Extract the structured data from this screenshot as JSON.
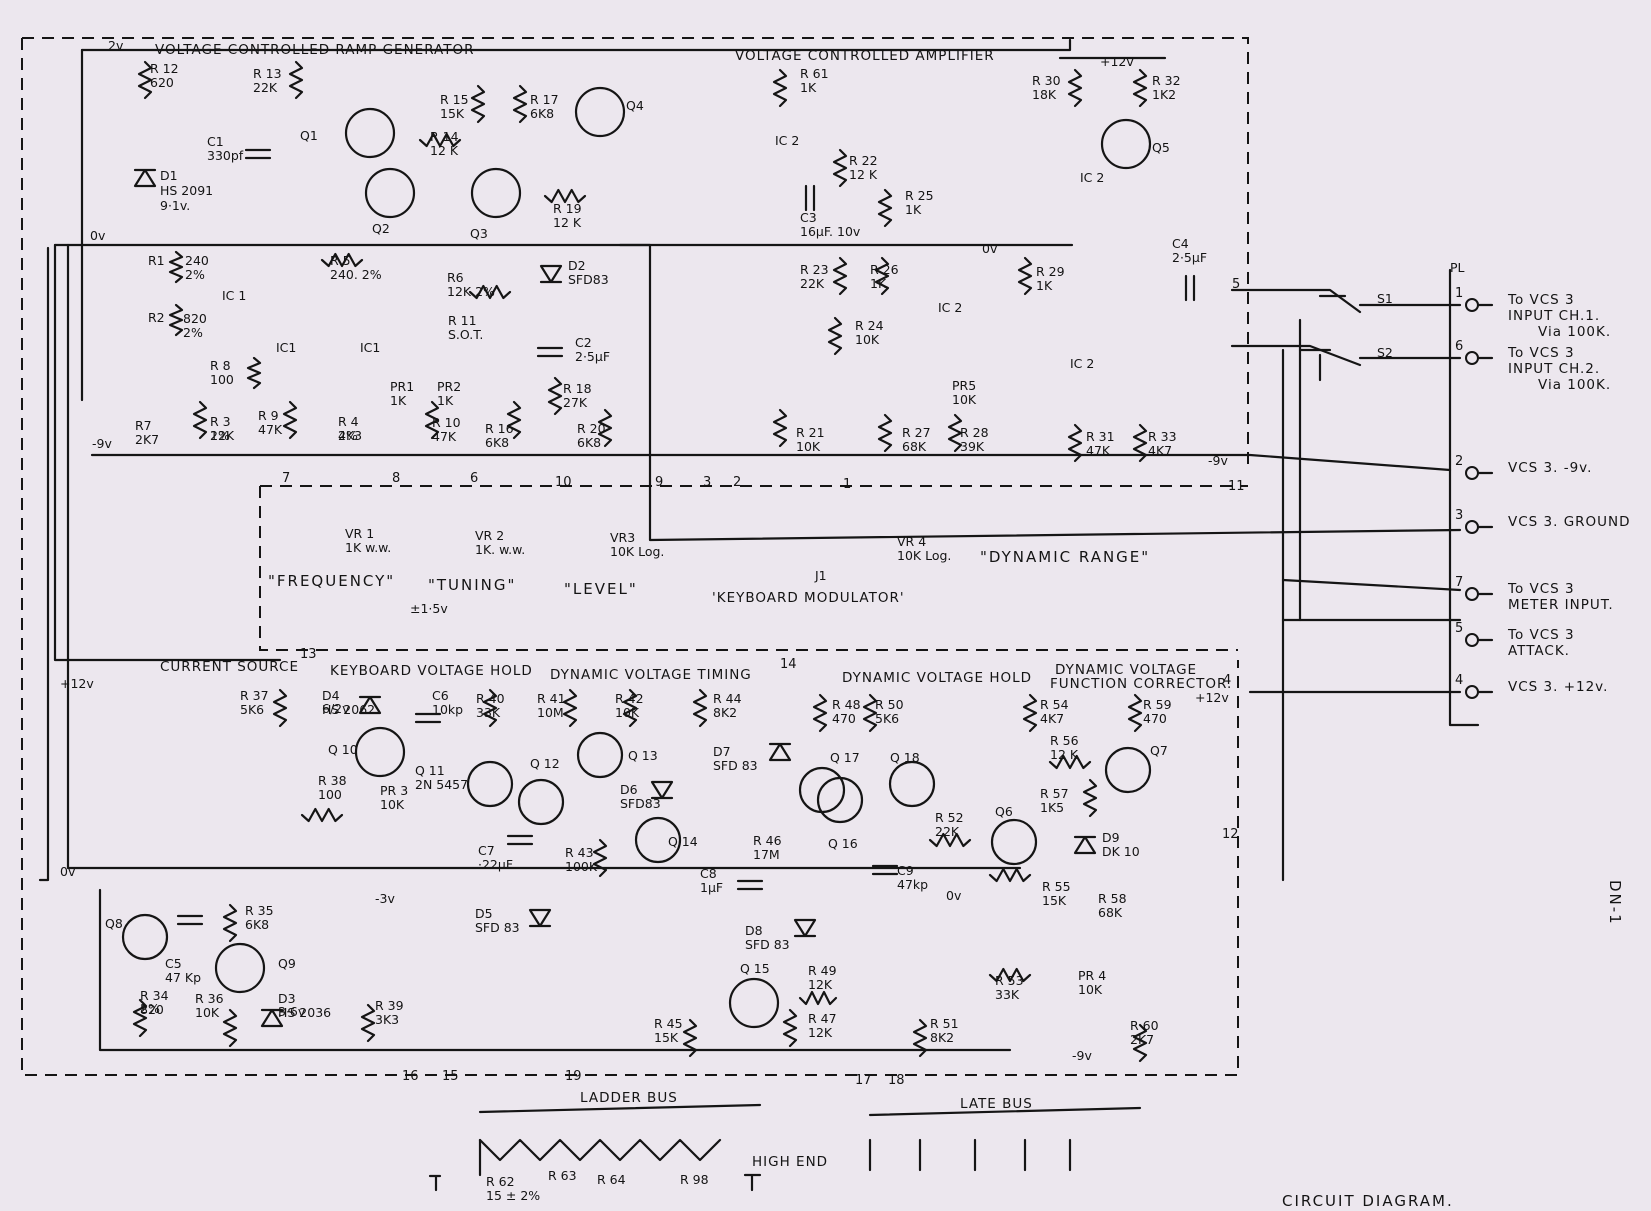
{
  "section_titles": {
    "ramp": "VOLTAGE CONTROLLED RAMP GENERATOR",
    "vca": "VOLTAGE CONTROLLED AMPLIFIER",
    "current_source": "CURRENT SOURCE",
    "keyboard_hold": "KEYBOARD VOLTAGE HOLD",
    "dyn_timing": "DYNAMIC VOLTAGE TIMING",
    "dyn_hold": "DYNAMIC VOLTAGE HOLD",
    "dyn_corrector_1": "DYNAMIC VOLTAGE",
    "dyn_corrector_2": "FUNCTION CORRECTOR."
  },
  "rail_labels": {
    "top_left": "2v",
    "zero_v": "0v",
    "minus9": "-9v",
    "plus12_top": "+12v",
    "plus12_left": "+12v",
    "plus12_right": "+12v",
    "minus9_right": "-9v",
    "zero_v_lower": "0v",
    "minus3": "-3v",
    "zero_v_mid": "0v",
    "minus9_lower": "-9v",
    "zero_v_vca": "0v",
    "pm15": "±1·5v"
  },
  "components": {
    "R12": "R 12",
    "R12v": "620",
    "R13": "R 13",
    "R13v": "22K",
    "C1": "C1",
    "C1v": "330pf",
    "D1": "D1",
    "D1v1": "HS 2091",
    "D1v2": "9·1v.",
    "Q1": "Q1",
    "Q2": "Q2",
    "Q3": "Q3",
    "Q4": "Q4",
    "Q5": "Q5",
    "R14": "R 14",
    "R14v": "12 K",
    "R15": "R 15",
    "R15v": "15K",
    "R17": "R 17",
    "R17v": "6K8",
    "R19": "R 19",
    "R19v": "12 K",
    "D2": "D2",
    "D2v": "SFD83",
    "C2": "C2",
    "C2v": "2·5μF",
    "R18": "R 18",
    "R18v": "27K",
    "R20": "R 20",
    "R20v": "6K8",
    "R16": "R 16",
    "R16v": "6K8",
    "R5": "R 5",
    "R5v": "240. 2%",
    "R6": "R6",
    "R6v": "12K 2%",
    "R11": "R 11",
    "R11v": "S.O.T.",
    "IC1a": "IC 1",
    "IC1b": "IC1",
    "IC1c": "IC1",
    "R8": "R 8",
    "R8v": "100",
    "R3": "R 3",
    "R3v": "12K",
    "R3t": "2%",
    "R9": "R 9",
    "R9v": "47K",
    "R4": "R 4",
    "R4v": "4K3",
    "R4t": "2%",
    "R10": "R 10",
    "R10v": "47K",
    "PR1": "PR1",
    "PR1v": "1K",
    "PR2": "PR2",
    "PR2v": "1K",
    "R240": "240",
    "R240t": "2%",
    "R820": "820",
    "R820t": "2%",
    "R1": "R1",
    "R2": "R2",
    "R7": "R7",
    "R7v": "2K7",
    "R61": "R 61",
    "R61v": "1K",
    "IC2a": "IC 2",
    "IC2b": "IC 2",
    "IC2c": "IC 2",
    "IC2d": "IC 2",
    "C3": "C3",
    "C3v": "16μF. 10v",
    "R22": "R 22",
    "R22v": "12 K",
    "R25": "R 25",
    "R25v": "1K",
    "R23": "R 23",
    "R23v": "22K",
    "R26": "R 26",
    "R26v": "1K",
    "R24": "R 24",
    "R24v": "10K",
    "R21": "R 21",
    "R21v": "10K",
    "R27": "R 27",
    "R27v": "68K",
    "R28": "R 28",
    "R28v": "39K",
    "PR5": "PR5",
    "PR5v": "10K",
    "R29": "R 29",
    "R29v": "1K",
    "R30": "R 30",
    "R30v": "18K",
    "R32": "R 32",
    "R32v": "1K2",
    "R31": "R 31",
    "R31v": "47K",
    "R33": "R 33",
    "R33v": "4K7",
    "C4": "C4",
    "C4v": "2·5μF",
    "S1": "S1",
    "S2": "S2",
    "VR1": "VR 1",
    "VR1v": "1K w.w.",
    "VR2": "VR 2",
    "VR2v": "1K. w.w.",
    "VR3": "VR3",
    "VR3v": "10K Log.",
    "VR4": "VR 4",
    "VR4v": "10K Log.",
    "J1": "J1",
    "R37": "R 37",
    "R37v": "5K6",
    "D4": "D4",
    "D4v1": "HS 2062",
    "D4v2": "6/2v",
    "C6": "C6",
    "C6v": "10kp",
    "Q10": "Q 10",
    "R38": "R 38",
    "R38v": "100",
    "PR3": "PR 3",
    "PR3v": "10K",
    "Q11": "Q 11",
    "Q11v": "2N 5457",
    "R40": "R 40",
    "R40v": "33K",
    "R41": "R 41",
    "R41v": "10M",
    "Q12": "Q 12",
    "C7": "C7",
    "C7v": "·22μF",
    "D5": "D5",
    "D5v": "SFD 83",
    "R42": "R 42",
    "R42v": "10K",
    "Q13": "Q 13",
    "R43": "R 43",
    "R43v": "100K",
    "D6": "D6",
    "D6v": "SFD83",
    "Q14": "Q 14",
    "R44": "R 44",
    "R44v": "8K2",
    "D7": "D7",
    "D7v": "SFD 83",
    "C8": "C8",
    "C8v": "1μF",
    "R46": "R 46",
    "R46v": "17M",
    "Q16": "Q 16",
    "D8": "D8",
    "D8v": "SFD 83",
    "R48": "R 48",
    "R48v": "470",
    "R50": "R 50",
    "R50v": "5K6",
    "Q17": "Q 17",
    "Q18": "Q 18",
    "C9": "C9",
    "C9v": "47kp",
    "R52": "R 52",
    "R52v": "22K",
    "Q6": "Q6",
    "R54": "R 54",
    "R54v": "4K7",
    "R56": "R 56",
    "R56v": "12 K",
    "R57": "R 57",
    "R57v": "1K5",
    "R55": "R 55",
    "R55v": "15K",
    "D9": "D9",
    "D9v": "DK 10",
    "R58": "R 58",
    "R58v": "68K",
    "R59": "R 59",
    "R59v": "470",
    "Q7": "Q7",
    "Q8": "Q8",
    "C5": "C5",
    "C5v": "47 Kp",
    "R35": "R 35",
    "R35v": "6K8",
    "Q9": "Q9",
    "R34": "R 34",
    "R34v": "820",
    "R34t": "2%",
    "R36": "R 36",
    "R36v": "10K",
    "D3": "D3",
    "D3v1": "HS 2036",
    "D3v2": "3·6v",
    "R39": "R 39",
    "R39v": "3K3",
    "Q15": "Q 15",
    "R49": "R 49",
    "R49v": "12K",
    "R47": "R 47",
    "R47v": "12K",
    "R45": "R 45",
    "R45v": "15K",
    "R51": "R 51",
    "R51v": "8K2",
    "R53": "R 53",
    "R53v": "33K",
    "PR4": "PR 4",
    "PR4v": "10K",
    "R60": "R 60",
    "R60v": "2K7",
    "R62": "R 62",
    "R62v": "15 ± 2%",
    "R63": "R 63",
    "R64": "R 64",
    "R98": "R 98"
  },
  "controls": {
    "frequency": "\"FREQUENCY\"",
    "tuning": "\"TUNING\"",
    "level": "\"LEVEL\"",
    "dynamic_range": "\"DYNAMIC RANGE\"",
    "keyboard_modulator": "'KEYBOARD MODULATOR'"
  },
  "buses": {
    "ladder": "LADDER BUS",
    "late": "LATE BUS",
    "high_end": "HIGH END"
  },
  "pin_numbers": [
    "7",
    "8",
    "6",
    "10",
    "9",
    "3",
    "2",
    "1",
    "5",
    "11",
    "13",
    "14",
    "12",
    "16",
    "15",
    "19",
    "17",
    "18",
    "4"
  ],
  "connector": {
    "header": "PL",
    "rows": [
      {
        "pin": "1",
        "text1": "To VCS 3",
        "text2": "INPUT CH.1.",
        "text3": "Via 100K."
      },
      {
        "pin": "6",
        "text1": "To VCS 3",
        "text2": "INPUT CH.2.",
        "text3": "Via 100K."
      },
      {
        "pin": "2",
        "text1": "VCS 3. -9v.",
        "text2": "",
        "text3": ""
      },
      {
        "pin": "3",
        "text1": "VCS 3. GROUND",
        "text2": "",
        "text3": ""
      },
      {
        "pin": "7",
        "text1": "To VCS 3",
        "text2": "METER INPUT.",
        "text3": ""
      },
      {
        "pin": "5",
        "text1": "To VCS 3",
        "text2": "ATTACK.",
        "text3": ""
      },
      {
        "pin": "4",
        "text1": "VCS 3. +12v.",
        "text2": "",
        "text3": ""
      }
    ]
  },
  "footer": {
    "caption": "CIRCUIT DIAGRAM.",
    "side_mark": "DN-1"
  }
}
